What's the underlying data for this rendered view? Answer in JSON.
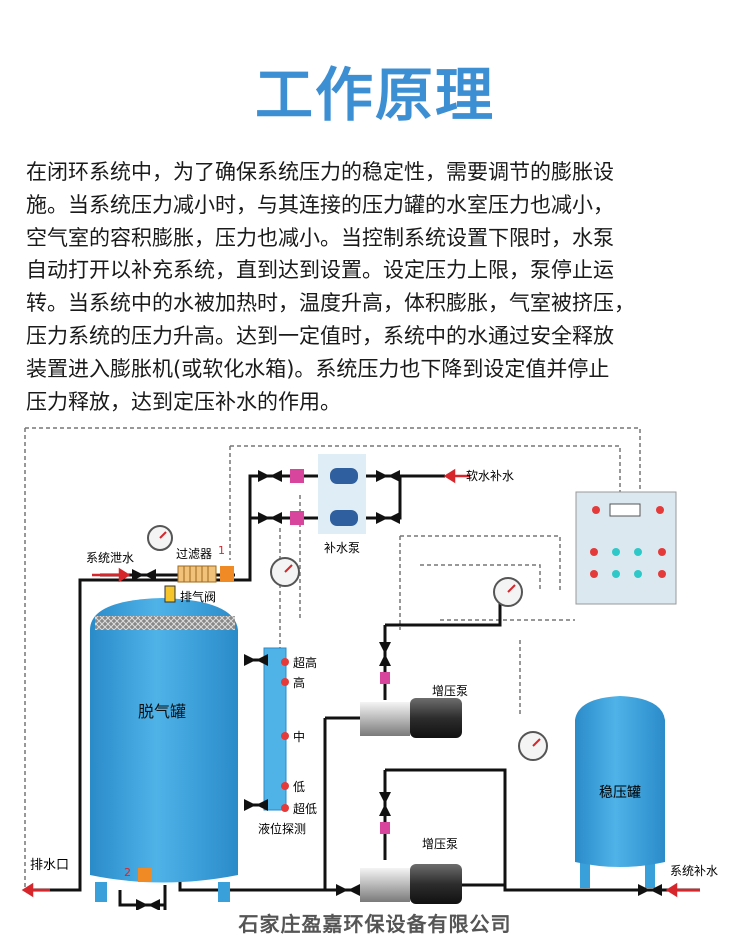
{
  "title": "工作原理",
  "paragraph": [
    " 在闭环系统中，为了确保系统压力的稳定性，需要调节的膨胀设",
    "施。当系统压力减小时，与其连接的压力罐的水室压力也减小，",
    "空气室的容积膨胀，压力也减小。当控制系统设置下限时，水泵",
    "自动打开以补充系统，直到达到设置。设定压力上限，泵停止运",
    "转。当系统中的水被加热时，温度升高，体积膨胀，气室被挤压，",
    "压力系统的压力升高。达到一定值时，系统中的水通过安全释放",
    "装置进入膨胀机(或软化水箱)。系统压力也下降到设定值并停止",
    "压力释放，达到定压补水的作用。"
  ],
  "diagram": {
    "soft_water_in": "软水补水",
    "makeup_pump": "补水泵",
    "system_drain": "系统泄水",
    "filter": "过滤器",
    "marker_1": "1",
    "vent_valve": "排气阀",
    "degas_tank": "脱气罐",
    "level_labels": [
      "超高",
      "高",
      "中",
      "低",
      "超低"
    ],
    "level_probe": "液位探测",
    "booster_pump_1": "增压泵",
    "booster_pump_2": "增压泵",
    "stabilizer_tank": "稳压罐",
    "drain_outlet": "排水口",
    "marker_2": "2",
    "system_makeup": "系统补水"
  },
  "company": "石家庄盈嘉环保设备有限公司",
  "colors": {
    "title": "#3d8fd4",
    "tank": "#3aa0d9",
    "panel": "#dce8ef",
    "indicator_red": "#e53a3a",
    "indicator_teal": "#2ec8c8",
    "arrow_red": "#d7262b",
    "dashed_line": "#777777"
  }
}
